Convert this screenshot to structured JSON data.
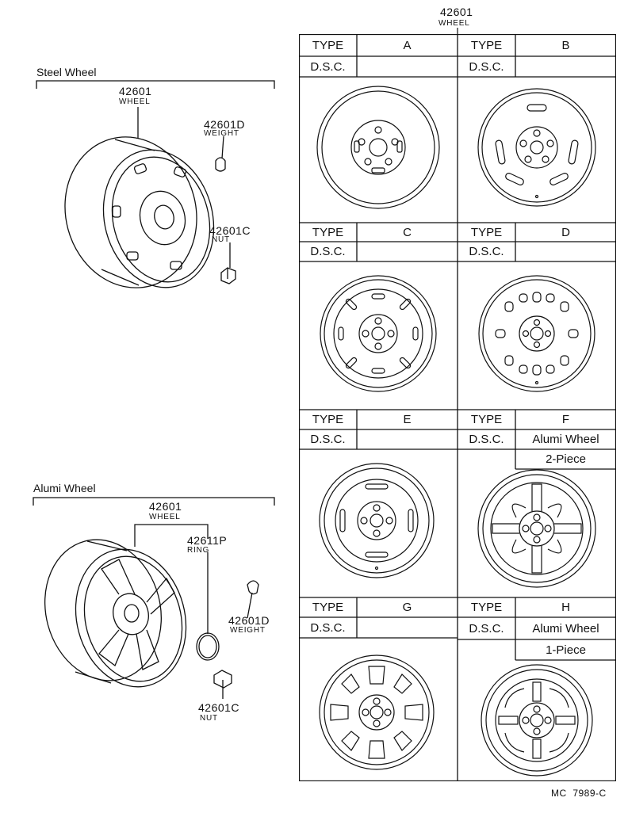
{
  "header": {
    "part_number": "42601",
    "part_name": "WHEEL"
  },
  "steel_section": {
    "title": "Steel Wheel",
    "wheel": {
      "part_number": "42601",
      "part_name": "WHEEL"
    },
    "weight": {
      "part_number": "42601D",
      "part_name": "WEIGHT"
    },
    "nut": {
      "part_number": "42601C",
      "part_name": "NUT"
    }
  },
  "alumi_section": {
    "title": "Alumi Wheel",
    "wheel": {
      "part_number": "42601",
      "part_name": "WHEEL"
    },
    "ring": {
      "part_number": "42611P",
      "part_name": "RING"
    },
    "weight": {
      "part_number": "42601D",
      "part_name": "WEIGHT"
    },
    "nut": {
      "part_number": "42601C",
      "part_name": "NUT"
    }
  },
  "table": {
    "type_label": "TYPE",
    "dsc_label": "D.S.C.",
    "types": [
      {
        "type": "A",
        "dsc": "",
        "extra": ""
      },
      {
        "type": "B",
        "dsc": "",
        "extra": ""
      },
      {
        "type": "C",
        "dsc": "",
        "extra": ""
      },
      {
        "type": "D",
        "dsc": "",
        "extra": ""
      },
      {
        "type": "E",
        "dsc": "",
        "extra": ""
      },
      {
        "type": "F",
        "dsc": "Alumi Wheel",
        "extra": "2-Piece"
      },
      {
        "type": "G",
        "dsc": "",
        "extra": ""
      },
      {
        "type": "H",
        "dsc": "Alumi Wheel",
        "extra": "1-Piece"
      }
    ]
  },
  "footer": {
    "code": "MC  7989-C"
  }
}
